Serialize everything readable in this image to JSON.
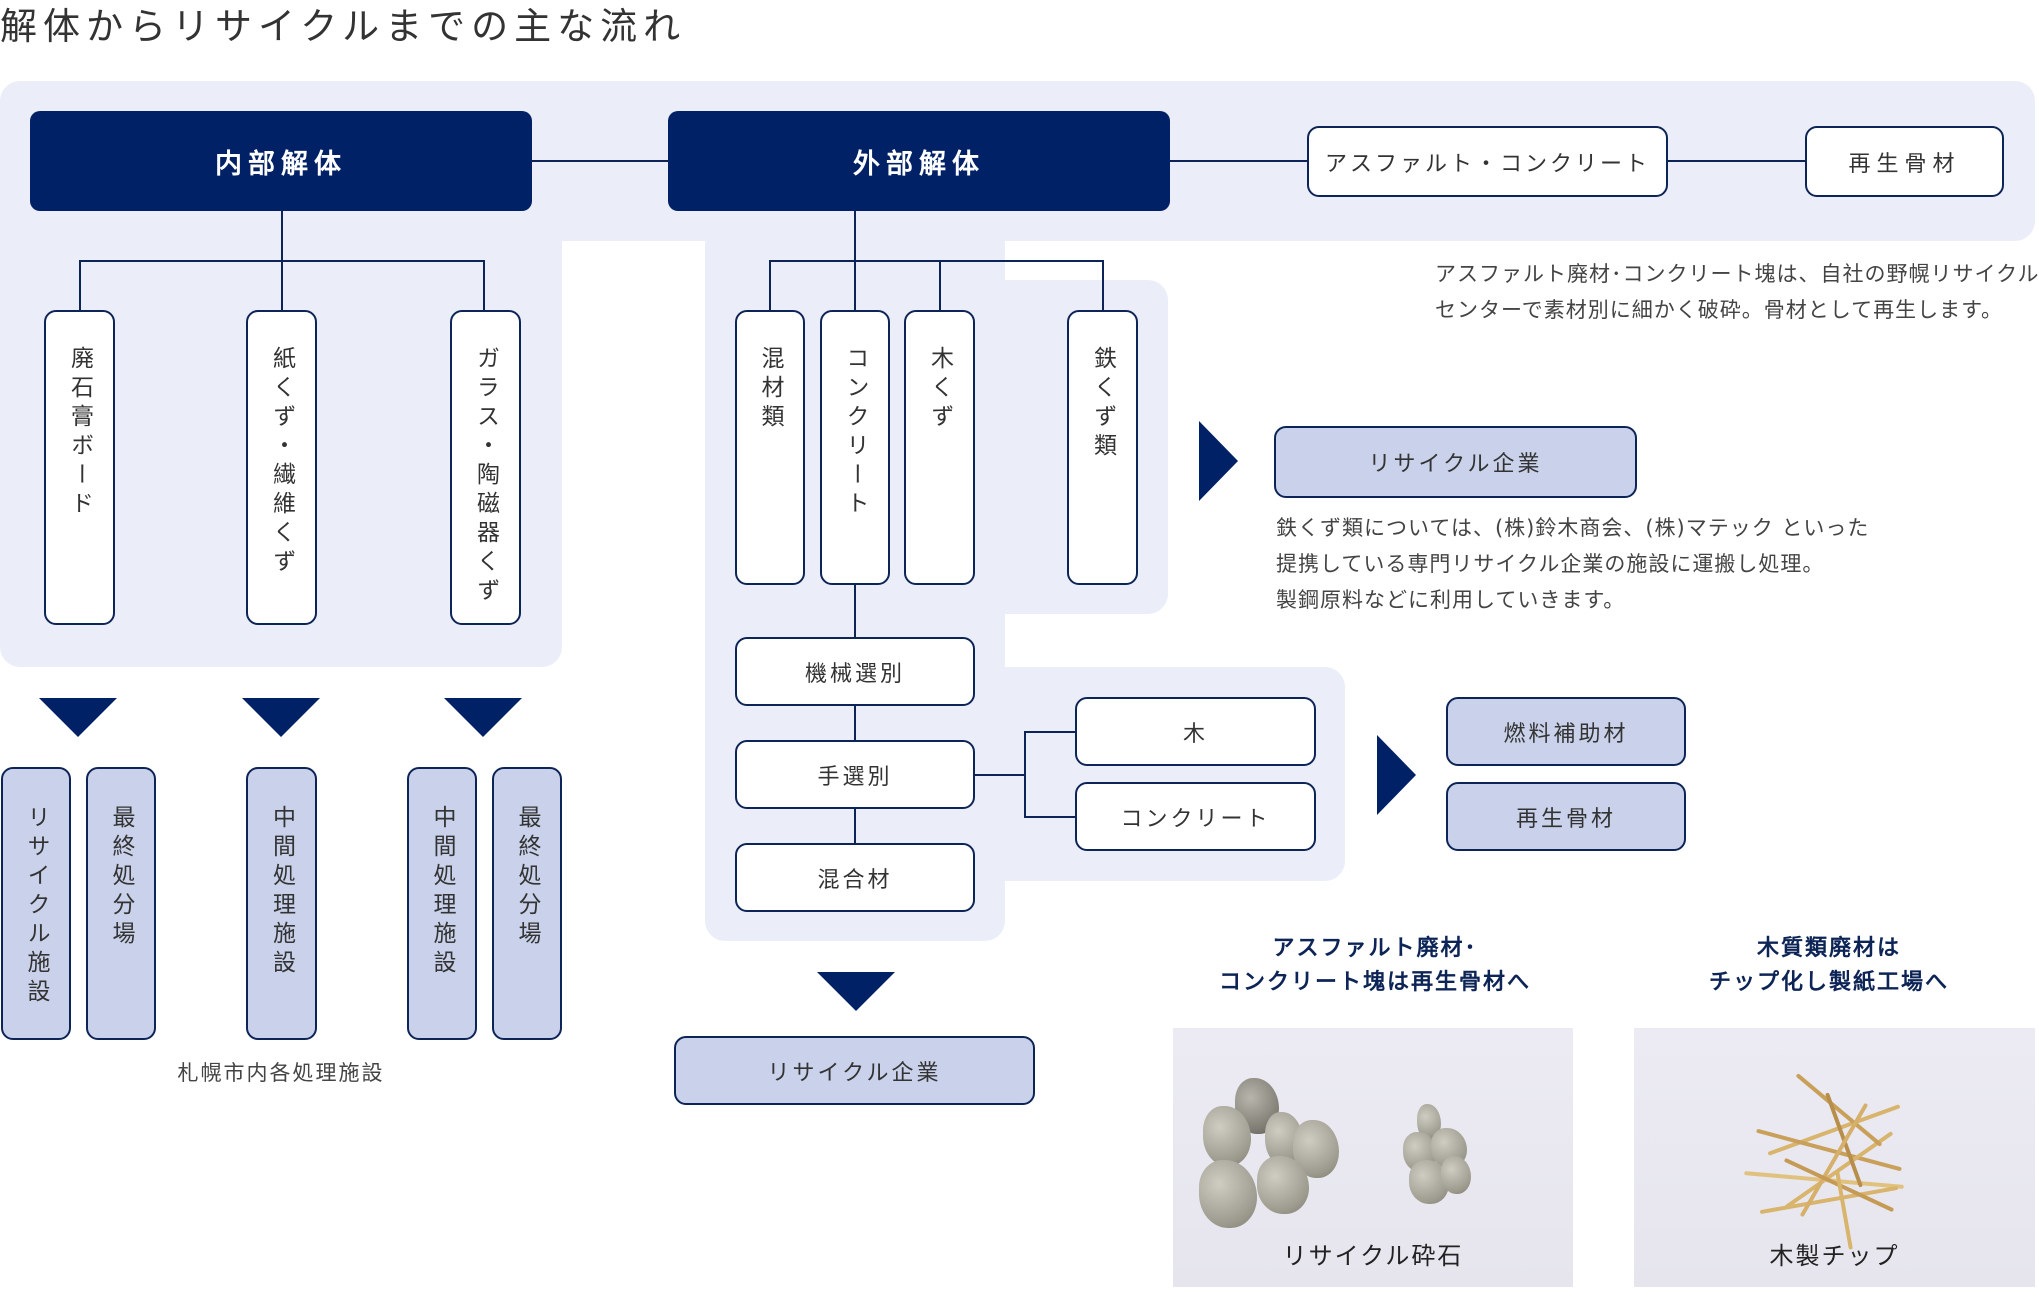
{
  "title": "解体からリサイクルまでの主な流れ",
  "interior": {
    "label": "内部解体",
    "items": [
      "廃石膏ボード",
      "紙くず・繊維くず",
      "ガラス・陶磁器くず"
    ],
    "destinations": [
      "リサイクル施設",
      "最終処分場",
      "中間処理施設",
      "中間処理施設",
      "最終処分場"
    ],
    "destinations_caption": "札幌市内各処理施設"
  },
  "exterior": {
    "label": "外部解体",
    "asphalt_concrete": "アスファルト・コンクリート",
    "recycled_aggregate_top": "再生骨材",
    "asphalt_note": [
      "アスファルト廃材･コンクリート塊は、自社の野幌リサイクル",
      "センターで素材別に細かく破砕。骨材として再生します。"
    ],
    "items": [
      "混材類",
      "コンクリート",
      "木くず",
      "鉄くず類"
    ],
    "iron_destination": "リサイクル企業",
    "iron_note": [
      "鉄くず類については、(株)鈴木商会、(株)マテック といった",
      "提携している専門リサイクル企業の施設に運搬し処理。",
      "製鋼原料などに利用していきます。"
    ],
    "sorting": [
      "機械選別",
      "手選別",
      "混合材"
    ],
    "hand_sorted": [
      "木",
      "コンクリート"
    ],
    "products": [
      "燃料補助材",
      "再生骨材"
    ],
    "final_destination": "リサイクル企業"
  },
  "photos": [
    {
      "caption": [
        "アスファルト廃材･",
        "コンクリート塊は再生骨材へ"
      ],
      "label": "リサイクル砕石"
    },
    {
      "caption": [
        "木質類廃材は",
        "チップ化し製紙工場へ"
      ],
      "label": "木製チップ"
    }
  ],
  "colors": {
    "navy": "#012166",
    "panel": "#ebeef8",
    "highlight": "#c9d2ea"
  }
}
